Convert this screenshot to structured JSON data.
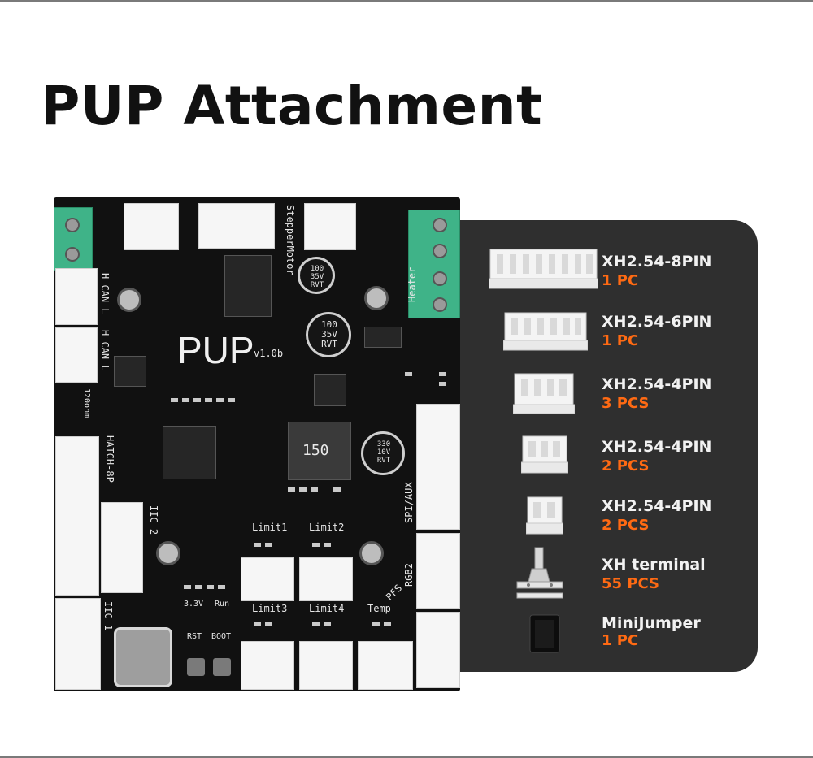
{
  "title": "PUP Attachment",
  "board": {
    "name": "PUP",
    "version": "v1.0b",
    "silkscreen": {
      "stepper": "StepperMotor",
      "heater": "Heater",
      "can1": "H CAN L",
      "can2": "H CAN L",
      "jumper": "120ohm",
      "hatch": "HATCH-8P",
      "iic2": "IIC 2",
      "iic1": "IIC 1",
      "spi": "SPI/AUX",
      "rgb2": "RGB2",
      "pfs": "PFS",
      "limit1": "Limit1",
      "limit2": "Limit2",
      "limit3": "Limit3",
      "limit4": "Limit4",
      "temp": "Temp",
      "v33": "3.3V",
      "run": "Run",
      "rst": "RST",
      "boot": "BOOT",
      "inductor": "150",
      "cap1": "100 35V RVT",
      "cap2": "100 35V RVT",
      "cap3": "330 10V RVT"
    }
  },
  "accessories": [
    {
      "name": "XH2.54-8PIN",
      "qty": "1 PC",
      "icon": "connector-8pin-icon"
    },
    {
      "name": "XH2.54-6PIN",
      "qty": "1 PC",
      "icon": "connector-6pin-icon"
    },
    {
      "name": "XH2.54-4PIN",
      "qty": "3 PCS",
      "icon": "connector-4pin-icon"
    },
    {
      "name": "XH2.54-4PIN",
      "qty": "2 PCS",
      "icon": "connector-3pin-icon"
    },
    {
      "name": "XH2.54-4PIN",
      "qty": "2 PCS",
      "icon": "connector-2pin-icon"
    },
    {
      "name": "XH terminal",
      "qty": "55 PCS",
      "icon": "crimp-terminal-icon"
    },
    {
      "name": "MiniJumper",
      "qty": "1 PC",
      "icon": "mini-jumper-icon"
    }
  ],
  "colors": {
    "accent": "#ff6a13",
    "panel": "#2f2f2f",
    "terminal_green": "#3fb388"
  }
}
